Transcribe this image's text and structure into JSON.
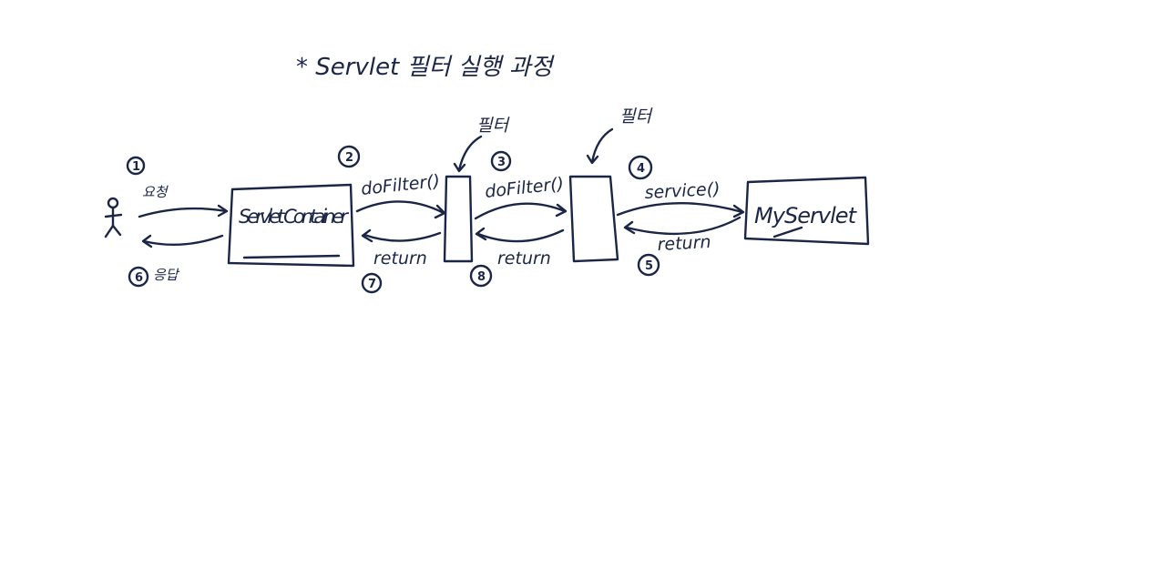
{
  "title": "* Servlet 필터 실행 과정",
  "actor": {
    "request_label": "요청",
    "response_label": "응답"
  },
  "boxes": {
    "container": "Servlet Container",
    "filter_label_1": "필터",
    "filter_label_2": "필터",
    "servlet": "MyServlet"
  },
  "arrows": {
    "dofilter_1": "doFilter()",
    "dofilter_2": "doFilter()",
    "service": "service()",
    "return_servlet": "return",
    "return_filter2": "return",
    "return_filter1": "return"
  },
  "steps": [
    "1",
    "2",
    "3",
    "4",
    "5",
    "6",
    "7",
    "8"
  ],
  "colors": {
    "ink": "#1b2647",
    "background": "#ffffff"
  }
}
